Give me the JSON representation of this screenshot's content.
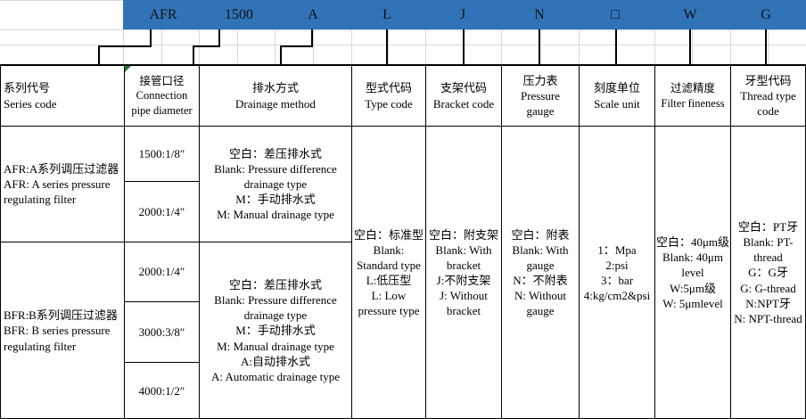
{
  "code_bar": {
    "segments": [
      "AFR",
      "1500",
      "A",
      "L",
      "J",
      "N",
      "□",
      "W",
      "G"
    ]
  },
  "table": {
    "headers": [
      "系列代号\nSeries code",
      "接管口径\nConnection\npipe diameter",
      "排水方式\nDrainage method",
      "型式代码\nType code",
      "支架代码\nBracket code",
      "压力表\nPressure\ngauge",
      "刻度单位\nScale unit",
      "过滤精度\nFilter fineness",
      "牙型代码\nThread type\ncode"
    ],
    "series": {
      "afr": "AFR:A系列调压过滤器\nAFR: A series pressure\nregulating filter",
      "bfr": "BFR:B系列调压过滤器\nBFR: B series pressure\nregulating filter"
    },
    "diameters": [
      "1500:1/8″",
      "2000:1/4″",
      "2000:1/4″",
      "3000:3/8″",
      "4000:1/2″"
    ],
    "drainage": {
      "afr": "空白：差压排水式\nBlank: Pressure difference\ndrainage type\nM：手动排水式\nM: Manual drainage type",
      "bfr": "空白：差压排水式\nBlank: Pressure difference\ndrainage type\nM：手动排水式\nM: Manual drainage type\nA:自动排水式\nA: Automatic drainage type"
    },
    "type_code": "空白：标准型\nBlank:\nStandard type\nL:低压型\nL: Low\npressure type",
    "bracket_code": "空白：附支架\nBlank: With\nbracket\nJ:不附支架\nJ: Without\nbracket",
    "pressure_gauge": "空白：附表\nBlank: With\ngauge\nN：不附表\nN: Without\ngauge",
    "scale_unit": "1：Mpa\n2:psi\n3：bar\n4:kg/cm2&psi",
    "filter_fineness": "空白：40μm级\nBlank: 40μm\nlevel\nW:5μm级\nW: 5μmlevel",
    "thread_type": "空白：PT牙\nBlank: PT-\nthread\nG：G牙\nG: G-thread\nN:NPT牙\nN: NPT-thread"
  },
  "colors": {
    "bar_blue": "#3073B7",
    "line_black": "#000000",
    "grid_gray": "#d3dae4",
    "err_green": "#1E7B34",
    "text_black": "#000000"
  }
}
